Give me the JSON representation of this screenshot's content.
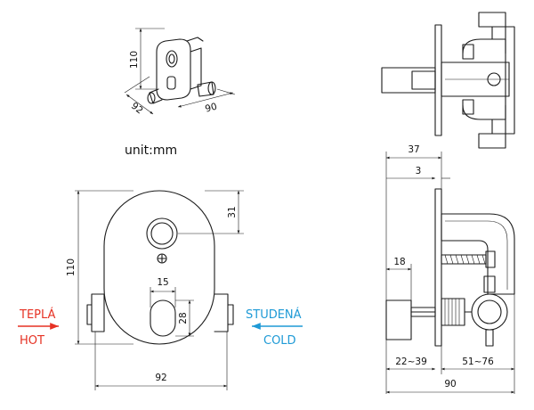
{
  "unit_label": "unit:mm",
  "iso_dims": {
    "height": "110",
    "depth": "92",
    "width": "90"
  },
  "front_dims": {
    "height": "110",
    "knob_offset": "31",
    "lever_width": "15",
    "lever_height": "28",
    "width": "92"
  },
  "side_dims": {
    "total_depth": "37",
    "plate": "3",
    "stem": "18",
    "range_front": "22~39",
    "range_back": "51~76",
    "width": "90"
  },
  "labels": {
    "hot_cz": "TEPLÁ",
    "hot_en": "HOT",
    "cold_cz": "STUDENÁ",
    "cold_en": "COLD"
  },
  "colors": {
    "hot": "#e63224",
    "cold": "#1e9ad6",
    "line": "#1a1a1a"
  }
}
